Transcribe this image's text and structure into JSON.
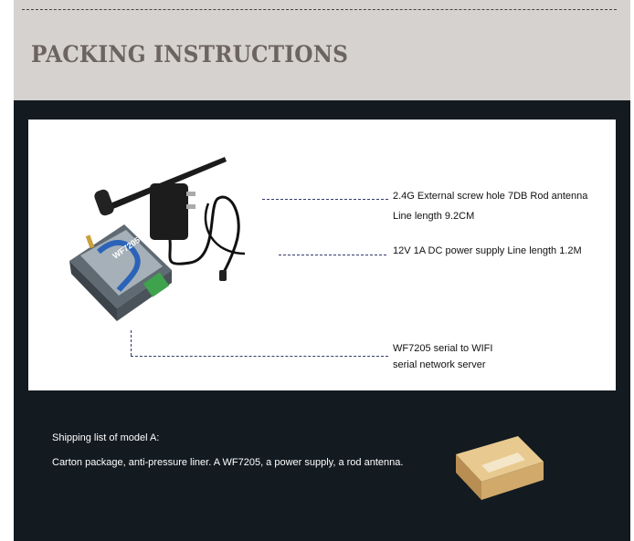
{
  "header": {
    "title": "PACKING INSTRUCTIONS"
  },
  "callouts": {
    "antenna_line1": "2.4G External screw hole 7DB Rod antenna",
    "antenna_line2": "Line length 9.2CM",
    "power": "12V 1A DC power supply    Line length 1.2M",
    "device_line1": "WF7205 serial to WIFI",
    "device_line2": "serial network server"
  },
  "shipping": {
    "heading": "Shipping list of model A:",
    "contents": "Carton package, anti-pressure liner. A WF7205, a power supply, a rod antenna."
  },
  "device": {
    "label": "WF7205"
  },
  "colors": {
    "header_bg": "#d6d2cf",
    "title_color": "#6b6461",
    "dark_bg": "#131a20",
    "leader_color": "#333a6a"
  }
}
